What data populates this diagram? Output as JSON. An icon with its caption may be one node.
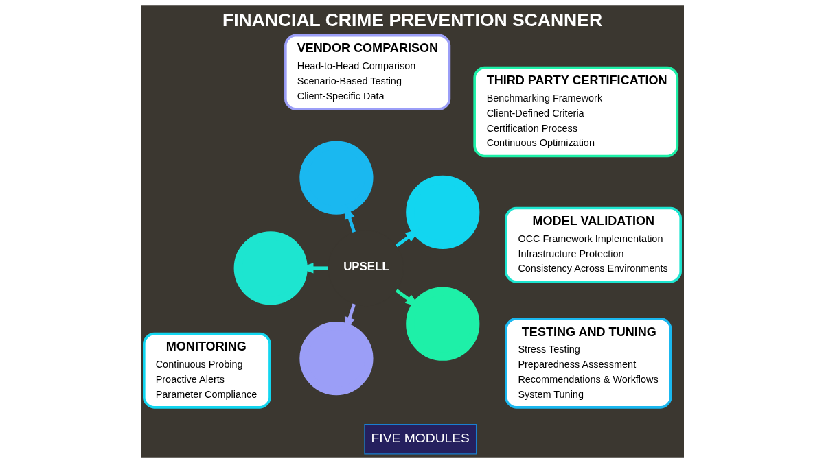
{
  "diagram": {
    "title": "FINANCIAL CRIME PREVENTION SCANNER",
    "nodes": [
      {
        "text": [
          "MONITORING",
          "Continuous Probing",
          "Proactive Alerts",
          "Parameter Compliance"
        ]
      },
      {
        "text": [
          "TESTING AND TUNING",
          "Stress Testing",
          "Preparedness Assessment",
          "Recommendations & Workflows",
          "System Tuning"
        ]
      },
      {
        "text": [
          "MODEL VALIDATION",
          "OCC Framework Implementation",
          "Infrastructure Protection",
          "Consistency Across Environments"
        ]
      },
      {
        "text": [
          "VENDOR COMPARISON",
          "Head-to-Head Comparison",
          "Scenario-Based Testing",
          "Client-Specific Data"
        ]
      },
      {
        "text": [
          "THIRD PARTY CERTIFICATION",
          "Benchmarking Framework",
          "Client-Defined Criteria",
          "Certification Process",
          "Continuous Optimization"
        ]
      },
      {
        "text": [],
        "shape": "circle"
      },
      {
        "text": [],
        "shape": "circle"
      },
      {
        "text": [],
        "shape": "circle"
      },
      {
        "text": [
          "UPSELL"
        ]
      },
      {
        "text": [],
        "shape": "circle"
      },
      {
        "text": [],
        "shape": "circle"
      }
    ],
    "edges": [
      {
        "from": 8,
        "to": 5,
        "arrow": "to",
        "color": "#12d6f0"
      },
      {
        "from": 8,
        "to": 7,
        "arrow": "to",
        "color": "#1de5d0"
      },
      {
        "from": 8,
        "to": 10,
        "arrow": "to",
        "color": "#1ef0a8"
      },
      {
        "from": 8,
        "to": 9,
        "arrow": "to",
        "color": "#9b9ef7"
      },
      {
        "from": 8,
        "to": 6,
        "arrow": "to",
        "color": "#1ab8f0"
      }
    ],
    "labels": [
      "FIVE MODULES"
    ]
  }
}
